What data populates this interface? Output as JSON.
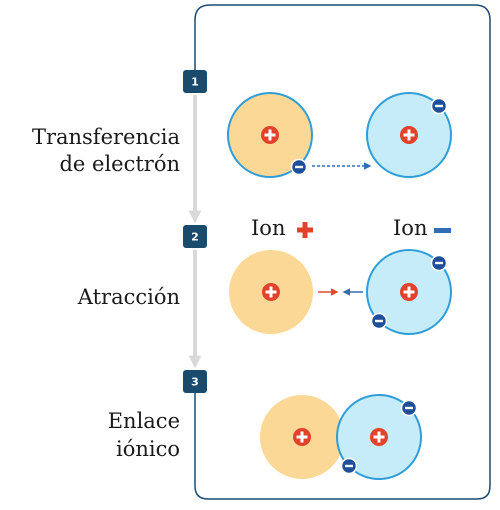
{
  "steps": [
    {
      "number": "1",
      "label_lines": [
        "Transferencia",
        "de electrón"
      ]
    },
    {
      "number": "2",
      "label_lines": [
        "Atracción"
      ]
    },
    {
      "number": "3",
      "label_lines": [
        "Enlace",
        "iónico"
      ]
    }
  ],
  "ion_labels": {
    "positive": "Ion",
    "negative": "Ion"
  },
  "colors": {
    "panel_border": "#1e4a6e",
    "badge": "#1a4a6c",
    "timeline": "#d9d9d9",
    "cation_fill": "#fbd896",
    "cation_stroke": "#f5a623",
    "anion_fill": "#c6ecf9",
    "anion_stroke": "#2f9ed8",
    "plus_sign": "#e2412b",
    "electron": "#1f4f9a",
    "arrow_red": "#e04b2b",
    "arrow_blue": "#2f6fb5"
  },
  "icons": [
    "plus-charge-icon",
    "electron-minus-icon",
    "dashed-arrow-icon",
    "red-plus-icon",
    "blue-minus-icon"
  ]
}
